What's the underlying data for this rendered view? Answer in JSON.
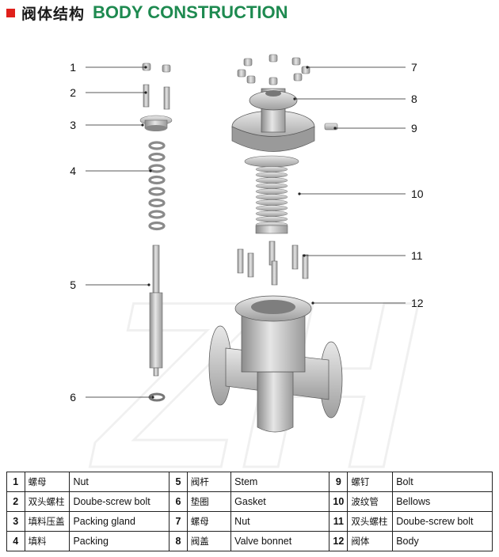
{
  "header": {
    "title_cn": "阀体结构",
    "title_en": "BODY CONSTRUCTION",
    "accent": "#e0201b",
    "title_color": "#1e8a50"
  },
  "diagram": {
    "watermark": "ZH",
    "callouts": [
      "1",
      "2",
      "3",
      "4",
      "5",
      "6",
      "7",
      "8",
      "9",
      "10",
      "11",
      "12"
    ]
  },
  "parts": [
    {
      "no": "1",
      "cn": "螺母",
      "en": "Nut"
    },
    {
      "no": "2",
      "cn": "双头螺柱",
      "en": "Doube-screw bolt"
    },
    {
      "no": "3",
      "cn": "填料压盖",
      "en": "Packing gland"
    },
    {
      "no": "4",
      "cn": "填料",
      "en": "Packing"
    },
    {
      "no": "5",
      "cn": "阀杆",
      "en": "Stem"
    },
    {
      "no": "6",
      "cn": "垫圈",
      "en": "Gasket"
    },
    {
      "no": "7",
      "cn": "螺母",
      "en": "Nut"
    },
    {
      "no": "8",
      "cn": "阀盖",
      "en": "Valve bonnet"
    },
    {
      "no": "9",
      "cn": "螺钉",
      "en": "Bolt"
    },
    {
      "no": "10",
      "cn": "波纹管",
      "en": "Bellows"
    },
    {
      "no": "11",
      "cn": "双头螺柱",
      "en": "Doube-screw bolt"
    },
    {
      "no": "12",
      "cn": "阀体",
      "en": "Body"
    }
  ]
}
